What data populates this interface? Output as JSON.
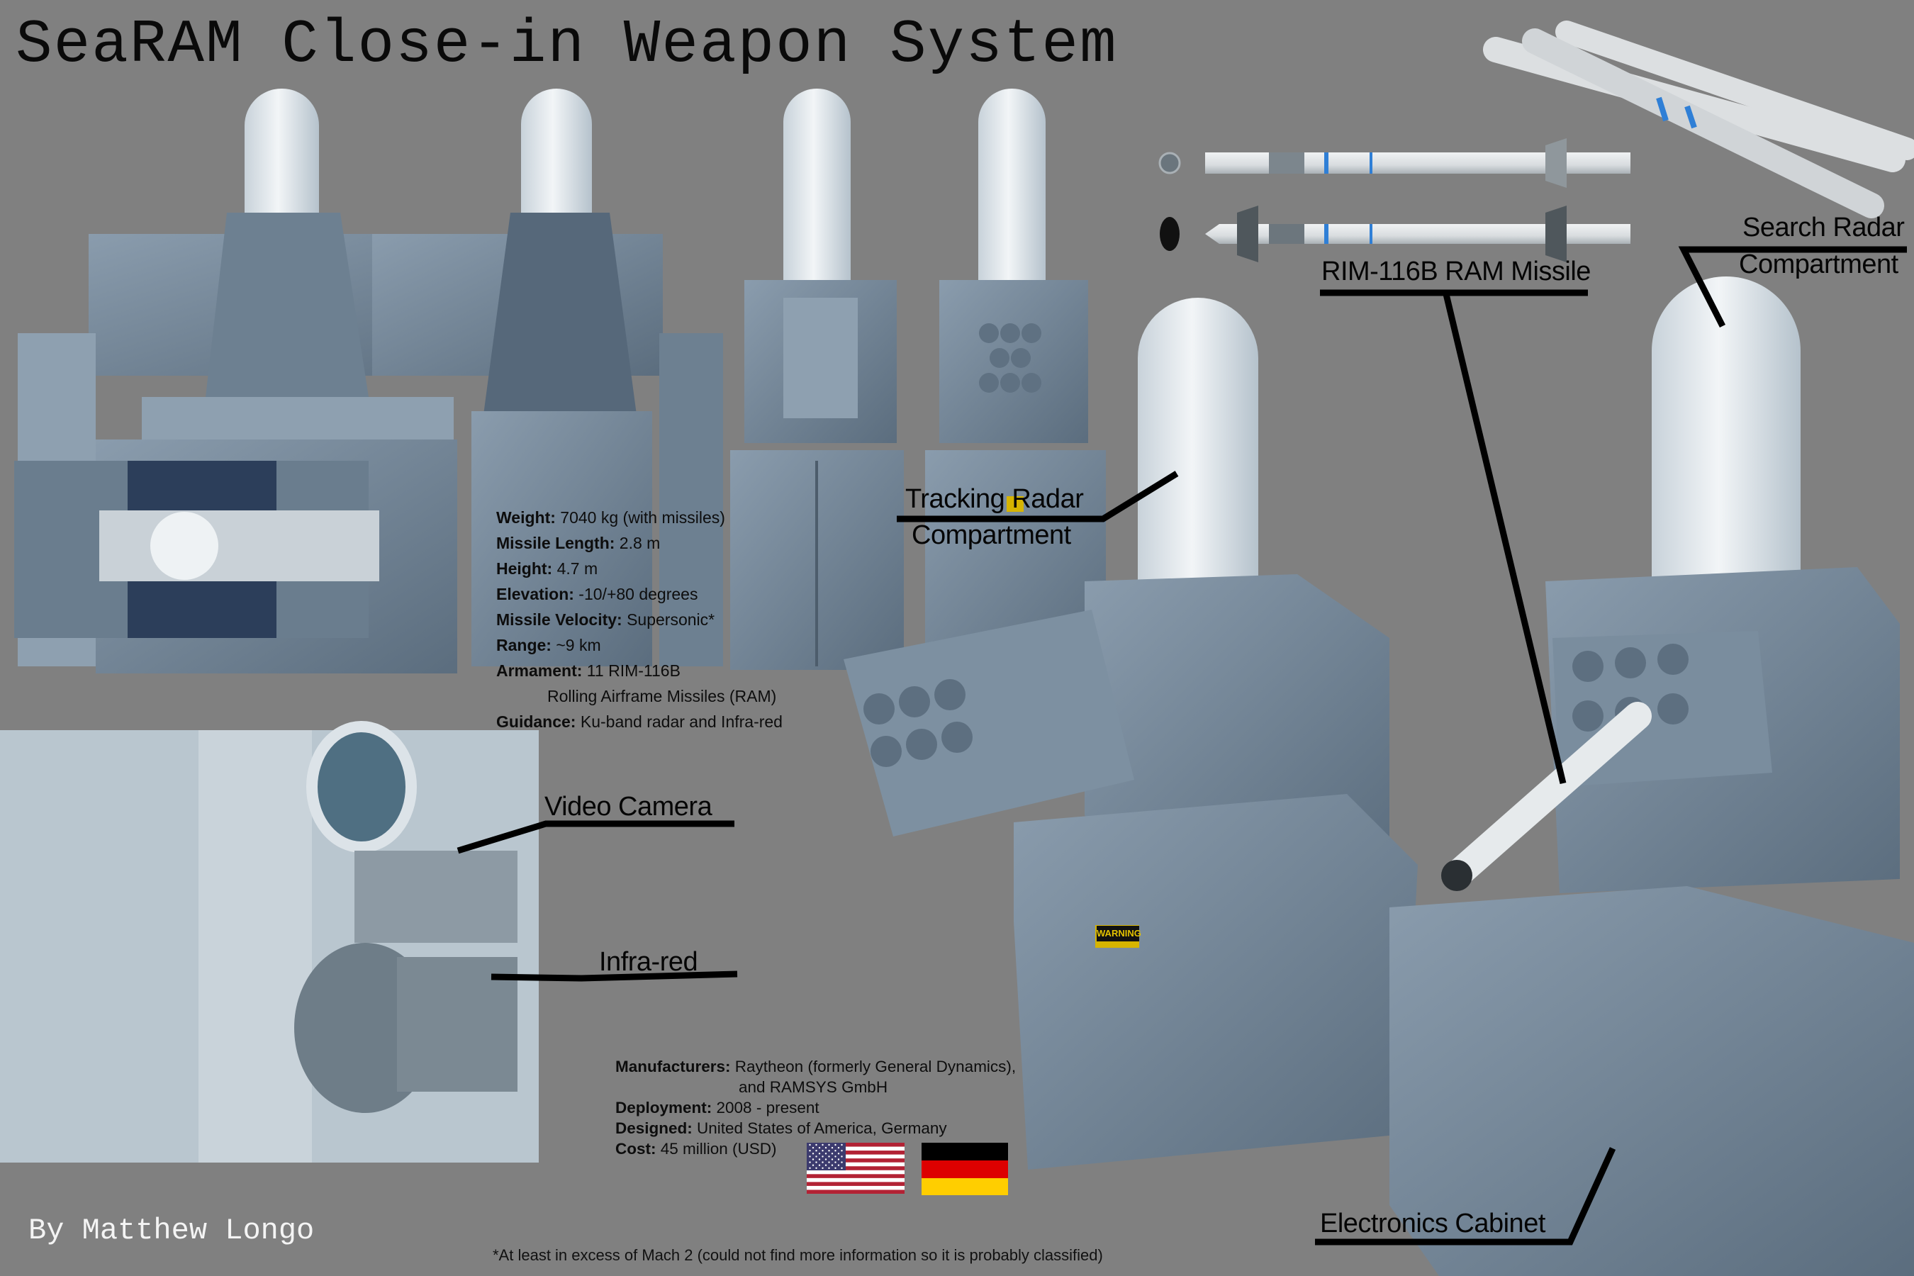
{
  "title": "SeaRAM Close-in Weapon System",
  "credit": "By Matthew Longo",
  "specs": [
    {
      "label": "Weight:",
      "value": " 7040 kg (with missiles)"
    },
    {
      "label": "Missile Length:",
      "value": " 2.8 m"
    },
    {
      "label": "Height:",
      "value": " 4.7 m"
    },
    {
      "label": "Elevation:",
      "value": " -10/+80 degrees"
    },
    {
      "label": "Missile Velocity:",
      "value": " Supersonic*"
    },
    {
      "label": "Range:",
      "value": " ~9 km"
    },
    {
      "label": "Armament:",
      "value": " 11 RIM-116B"
    },
    {
      "label": "",
      "value": "Rolling Airframe Missiles (RAM)"
    },
    {
      "label": "Guidance:",
      "value": " Ku-band radar and Infra-red"
    }
  ],
  "manufacturing": [
    {
      "label": "Manufacturers:",
      "value": " Raytheon (formerly General Dynamics),"
    },
    {
      "label": "",
      "value": "and RAMSYS GmbH"
    },
    {
      "label": "Deployment:",
      "value": " 2008 - present"
    },
    {
      "label": "Designed:",
      "value": " United States of America, Germany"
    },
    {
      "label": "Cost:",
      "value": " 45 million (USD)"
    }
  ],
  "flags": [
    {
      "name": "United States",
      "colors": [
        "#b22234",
        "#ffffff",
        "#3c3b6e"
      ]
    },
    {
      "name": "Germany",
      "colors": [
        "#000000",
        "#dd0000",
        "#ffce00"
      ]
    }
  ],
  "footnote": "*At least in excess of Mach 2 (could not find more information so it is probably classified)",
  "callouts": {
    "tracking_radar_1": "Tracking Radar",
    "tracking_radar_2": "Compartment",
    "ram_missile": "RIM-116B RAM Missile",
    "search_radar_1": "Search Radar",
    "search_radar_2": "Compartment",
    "video_camera": "Video Camera",
    "infra_red": "Infra-red",
    "electronics_cabinet": "Electronics Cabinet"
  },
  "warning_label": "WARNING",
  "colors": {
    "background": "#808080",
    "steel": "#6d8091",
    "dome": "#e6ecf0",
    "missile_band": "#2f7fd6"
  }
}
